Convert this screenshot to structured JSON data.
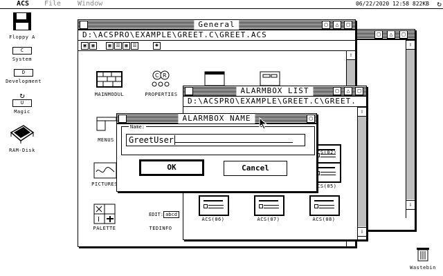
{
  "menubar": {
    "app": "ACS",
    "menus": [
      "File",
      "Window"
    ],
    "date": "06/22/2020",
    "time": "12:58",
    "memory": "822KB"
  },
  "desktop": {
    "icons": [
      {
        "label": "Floppy A"
      },
      {
        "box": "C",
        "label": "System"
      },
      {
        "box": "D",
        "label": "Development"
      },
      {
        "box": "U",
        "label": "Magic"
      },
      {
        "label": "RAM-Disk"
      },
      {
        "label": "Wastebin"
      }
    ]
  },
  "general_window": {
    "title": "General",
    "path": "D:\\ACSPRO\\EXAMPLE\\GREET.C\\GREET.ACS",
    "items": [
      {
        "label": "MAINMODUL"
      },
      {
        "label": "PROPERTIES"
      },
      {
        "label": "MENUS"
      },
      {
        "label": "PICTURES"
      },
      {
        "label": "PALETTE"
      },
      {
        "label": "TEDINFO"
      }
    ],
    "edit_label": "EDIT:",
    "edit_value": "abcd"
  },
  "alarmbox_window": {
    "title": "ALARMBOX LIST",
    "path": "D:\\ACSPRO\\EXAMPLE\\GREET.C\\GREET.",
    "items": [
      "ACS(02)",
      "ACS(05)",
      "ACS(06)",
      "ACS(07)",
      "ACS(08)"
    ]
  },
  "dialog": {
    "title": "ALARMBOX NAME",
    "field_label": "Name:",
    "field_value": "GreetUser",
    "ok": "OK",
    "cancel": "Cancel"
  }
}
